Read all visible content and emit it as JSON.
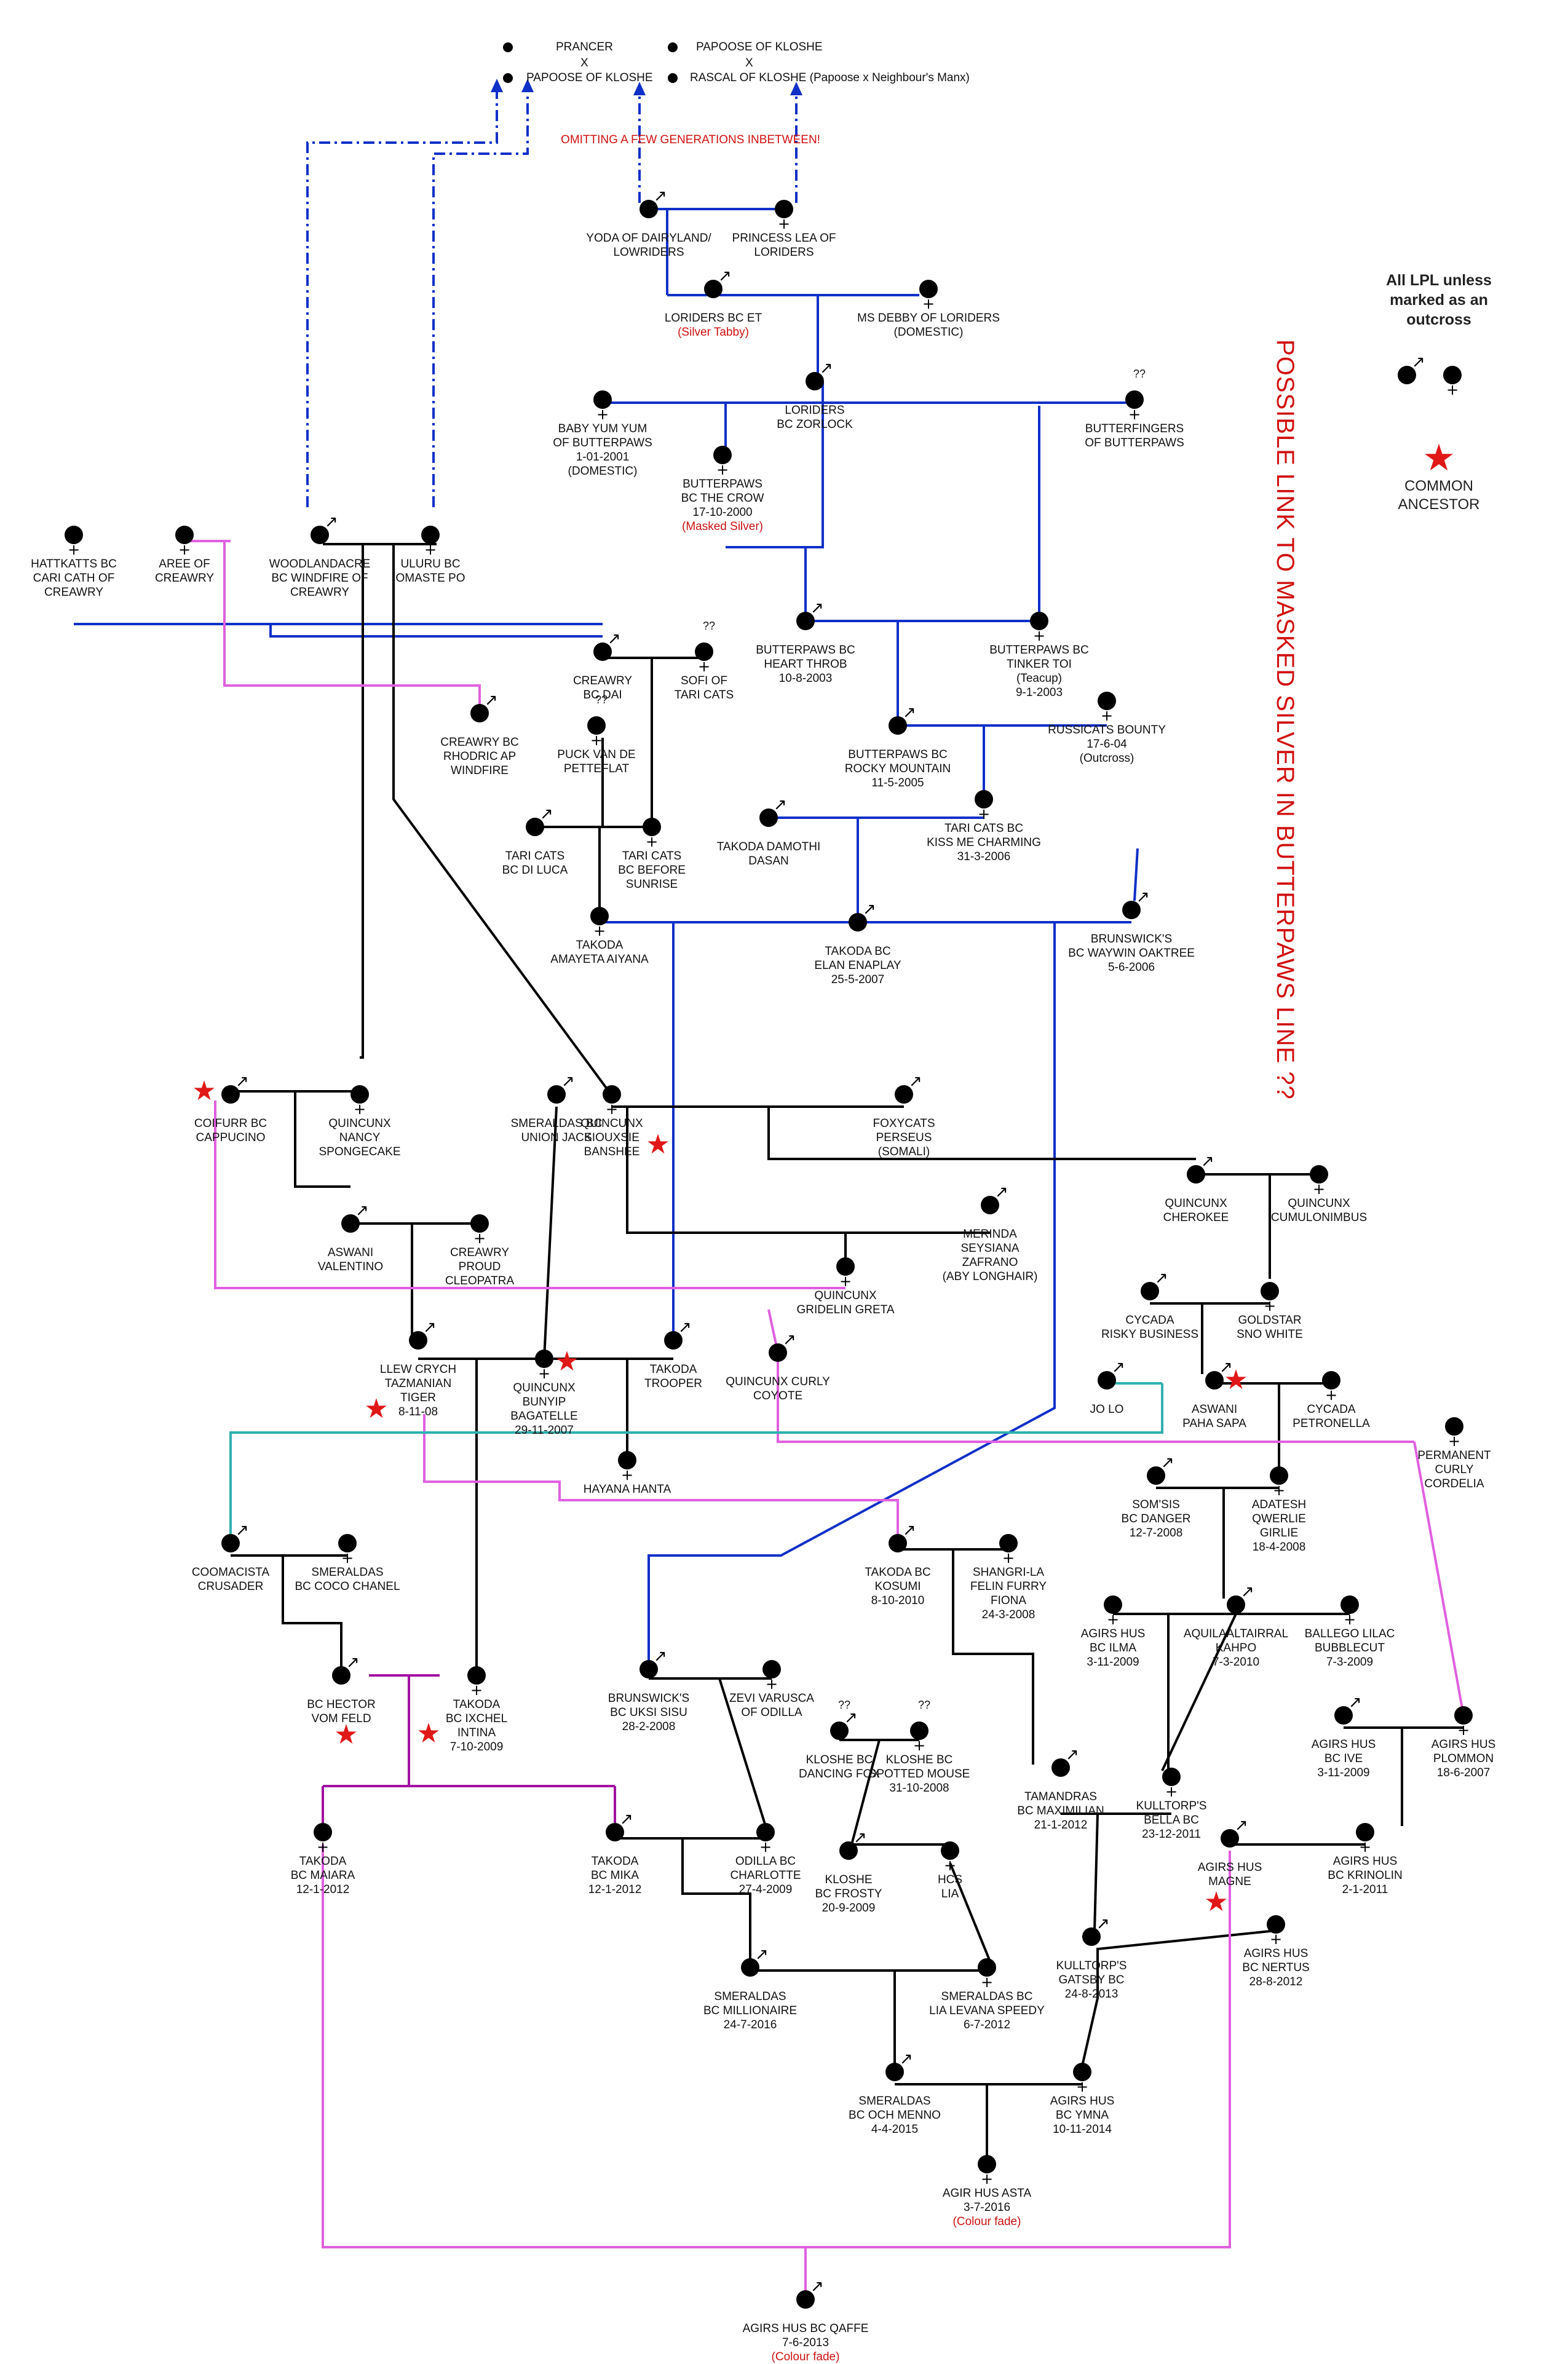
{
  "colors": {
    "blue": "#1030c8",
    "black": "#000000",
    "magenta": "#e060e0",
    "purple": "#a010a0",
    "teal": "#30b0b0",
    "red": "#e01818",
    "note_red": "#cc1111"
  },
  "legend": {
    "text": "All LPL unless marked as an outcross",
    "common_label": "COMMON ANCESTOR",
    "male_icon": "male-symbol-icon",
    "female_icon": "female-symbol-icon",
    "star_icon": "star-icon"
  },
  "side_title": "POSSIBLE LINK TO MASKED SILVER IN BUTTERPAWS LINE ??",
  "omit_note": "OMITTING A FEW GENERATIONS INBETWEEN!",
  "top_pairs": [
    {
      "line1": "PRANCER",
      "x": "X",
      "line2": "PAPOOSE OF KLOSHE"
    },
    {
      "line1": "PAPOOSE OF KLOSHE",
      "x": "X",
      "line2": "RASCAL OF KLOSHE (Papoose x Neighbour's Manx)"
    }
  ],
  "cats": [
    {
      "id": "yoda",
      "sex": "m",
      "lines": [
        "YODA OF DAIRYLAND/",
        "LOWRIDERS"
      ]
    },
    {
      "id": "lea",
      "sex": "f",
      "lines": [
        "PRINCESS LEA OF",
        "LORIDERS"
      ]
    },
    {
      "id": "et",
      "sex": "m",
      "lines": [
        "LORIDERS BC ET"
      ],
      "note": "(Silver Tabby)"
    },
    {
      "id": "debby",
      "sex": "f",
      "lines": [
        "MS DEBBY OF LORIDERS",
        "(DOMESTIC)"
      ]
    },
    {
      "id": "yumyum",
      "sex": "f",
      "lines": [
        "BABY YUM YUM",
        "OF BUTTERPAWS",
        "1-01-2001",
        "(DOMESTIC)"
      ]
    },
    {
      "id": "zorlock",
      "sex": "m",
      "lines": [
        "LORIDERS",
        "BC ZORLOCK"
      ]
    },
    {
      "id": "butterfingers",
      "sex": "f",
      "q": "??",
      "lines": [
        "BUTTERFINGERS",
        "OF BUTTERPAWS"
      ]
    },
    {
      "id": "crow",
      "sex": "f",
      "lines": [
        "BUTTERPAWS",
        "BC THE CROW",
        "17-10-2000"
      ],
      "note": "(Masked Silver)"
    },
    {
      "id": "hattkatts",
      "sex": "f",
      "lines": [
        "HATTKATTS BC",
        "CARI CATH OF",
        "CREAWRY"
      ]
    },
    {
      "id": "aree",
      "sex": "f",
      "lines": [
        "AREE OF",
        "CREAWRY"
      ]
    },
    {
      "id": "windfire",
      "sex": "m",
      "lines": [
        "WOODLANDACRE",
        "BC WINDFIRE OF",
        "CREAWRY"
      ]
    },
    {
      "id": "uluru",
      "sex": "f",
      "lines": [
        "ULURU BC",
        "OMASTE PO"
      ]
    },
    {
      "id": "heartthrob",
      "sex": "m",
      "lines": [
        "BUTTERPAWS BC",
        "HEART THROB",
        "10-8-2003"
      ]
    },
    {
      "id": "tinkertoi",
      "sex": "f",
      "lines": [
        "BUTTERPAWS BC",
        "TINKER TOI",
        "(Teacup)",
        "9-1-2003"
      ]
    },
    {
      "id": "dai",
      "sex": "m",
      "lines": [
        "CREAWRY",
        "BC DAI"
      ]
    },
    {
      "id": "sofi",
      "sex": "f",
      "q": "??",
      "lines": [
        "SOFI OF",
        "TARI CATS"
      ]
    },
    {
      "id": "rhodric",
      "sex": "m",
      "lines": [
        "CREAWRY BC",
        "RHODRIC AP",
        "WINDFIRE"
      ]
    },
    {
      "id": "puck",
      "sex": "f",
      "q": "??",
      "lines": [
        "PUCK VAN DE",
        "PETTEFLAT"
      ]
    },
    {
      "id": "rocky",
      "sex": "m",
      "lines": [
        "BUTTERPAWS BC",
        "ROCKY MOUNTAIN",
        "11-5-2005"
      ]
    },
    {
      "id": "bounty",
      "sex": "f",
      "lines": [
        "RUSSICATS BOUNTY",
        "17-6-04",
        "(Outcross)"
      ]
    },
    {
      "id": "diluca",
      "sex": "m",
      "lines": [
        "TARI CATS",
        "BC DI LUCA"
      ]
    },
    {
      "id": "sunrise",
      "sex": "f",
      "lines": [
        "TARI CATS",
        "BC BEFORE",
        "SUNRISE"
      ]
    },
    {
      "id": "damothi",
      "sex": "m",
      "lines": [
        "TAKODA DAMOTHI",
        "DASAN"
      ]
    },
    {
      "id": "kissme",
      "sex": "f",
      "lines": [
        "TARI CATS BC",
        "KISS ME CHARMING",
        "31-3-2006"
      ]
    },
    {
      "id": "aiyana",
      "sex": "f",
      "lines": [
        "TAKODA",
        "AMAYETA AIYANA"
      ]
    },
    {
      "id": "enaplay",
      "sex": "m",
      "lines": [
        "TAKODA BC",
        "ELAN ENAPLAY",
        "25-5-2007"
      ]
    },
    {
      "id": "waywin",
      "sex": "m",
      "lines": [
        "BRUNSWICK'S",
        "BC WAYWIN OAKTREE",
        "5-6-2006"
      ]
    },
    {
      "id": "cappucino",
      "sex": "m",
      "lines": [
        "COIFURR BC",
        "CAPPUCINO"
      ]
    },
    {
      "id": "nancy",
      "sex": "f",
      "lines": [
        "QUINCUNX",
        "NANCY",
        "SPONGECAKE"
      ]
    },
    {
      "id": "unionjack",
      "sex": "m",
      "lines": [
        "SMERALDAS BC",
        "UNION JACK"
      ]
    },
    {
      "id": "banshee",
      "sex": "f",
      "lines": [
        "QUINCUNX",
        "SIOUXSIE",
        "BANSHEE"
      ]
    },
    {
      "id": "perseus",
      "sex": "m",
      "lines": [
        "FOXYCATS",
        "PERSEUS",
        "(SOMALI)"
      ]
    },
    {
      "id": "valentino",
      "sex": "m",
      "lines": [
        "ASWANI",
        "VALENTINO"
      ]
    },
    {
      "id": "cleopatra",
      "sex": "f",
      "lines": [
        "CREAWRY",
        "PROUD",
        "CLEOPATRA"
      ]
    },
    {
      "id": "zafrano",
      "sex": "m",
      "lines": [
        "MERINDA",
        "SEYSIANA",
        "ZAFRANO",
        "(ABY LONGHAIR)"
      ]
    },
    {
      "id": "cherokee",
      "sex": "m",
      "lines": [
        "QUINCUNX",
        "CHEROKEE"
      ]
    },
    {
      "id": "cumulonimbus",
      "sex": "f",
      "lines": [
        "QUINCUNX",
        "CUMULONIMBUS"
      ]
    },
    {
      "id": "greta",
      "sex": "f",
      "lines": [
        "QUINCUNX",
        "GRIDELIN GRETA"
      ]
    },
    {
      "id": "risky",
      "sex": "m",
      "lines": [
        "CYCADA",
        "RISKY BUSINESS"
      ]
    },
    {
      "id": "snowhite",
      "sex": "f",
      "lines": [
        "GOLDSTAR",
        "SNO WHITE"
      ]
    },
    {
      "id": "tiger",
      "sex": "m",
      "lines": [
        "LLEW CRYCH",
        "TAZMANIAN",
        "TIGER",
        "8-11-08"
      ]
    },
    {
      "id": "bagatelle",
      "sex": "f",
      "lines": [
        "QUINCUNX",
        "BUNYIP",
        "BAGATELLE",
        "29-11-2007"
      ]
    },
    {
      "id": "trooper",
      "sex": "m",
      "lines": [
        "TAKODA",
        "TROOPER"
      ]
    },
    {
      "id": "coyote",
      "sex": "m",
      "lines": [
        "QUINCUNX CURLY",
        "COYOTE"
      ]
    },
    {
      "id": "jolo",
      "sex": "m",
      "lines": [
        "JO LO"
      ]
    },
    {
      "id": "pahasapa",
      "sex": "m",
      "lines": [
        "ASWANI",
        "PAHA SAPA"
      ]
    },
    {
      "id": "petronella",
      "sex": "f",
      "lines": [
        "CYCADA",
        "PETRONELLA"
      ]
    },
    {
      "id": "cordelia",
      "sex": "f",
      "lines": [
        "PERMANENT",
        "CURLY",
        "CORDELIA"
      ]
    },
    {
      "id": "hanta",
      "sex": "f",
      "lines": [
        "HAYANA HANTA"
      ]
    },
    {
      "id": "danger",
      "sex": "m",
      "lines": [
        "SOM'SIS",
        "BC DANGER",
        "12-7-2008"
      ]
    },
    {
      "id": "qwerlie",
      "sex": "f",
      "lines": [
        "ADATESH",
        "QWERLIE",
        "GIRLIE",
        "18-4-2008"
      ]
    },
    {
      "id": "crusader",
      "sex": "m",
      "lines": [
        "COOMACISTA",
        "CRUSADER"
      ]
    },
    {
      "id": "cocochanel",
      "sex": "f",
      "lines": [
        "SMERALDAS",
        "BC COCO CHANEL"
      ]
    },
    {
      "id": "kosumi",
      "sex": "m",
      "lines": [
        "TAKODA BC",
        "KOSUMI",
        "8-10-2010"
      ]
    },
    {
      "id": "fiona",
      "sex": "f",
      "lines": [
        "SHANGRI-LA",
        "FELIN FURRY",
        "FIONA",
        "24-3-2008"
      ]
    },
    {
      "id": "ilma",
      "sex": "f",
      "lines": [
        "AGIRS HUS",
        "BC ILMA",
        "3-11-2009"
      ]
    },
    {
      "id": "kahpo",
      "sex": "m",
      "lines": [
        "AQUILAALTAIRRAL",
        "KAHPO",
        "7-3-2010"
      ]
    },
    {
      "id": "bubblecut",
      "sex": "f",
      "lines": [
        "BALLEGO LILAC",
        "BUBBLECUT",
        "7-3-2009"
      ]
    },
    {
      "id": "hector",
      "sex": "m",
      "lines": [
        "BC HECTOR",
        "VOM FELD"
      ]
    },
    {
      "id": "ixchel",
      "sex": "f",
      "lines": [
        "TAKODA",
        "BC IXCHEL",
        "INTINA",
        "7-10-2009"
      ]
    },
    {
      "id": "uksi",
      "sex": "m",
      "lines": [
        "BRUNSWICK'S",
        "BC UKSI SISU",
        "28-2-2008"
      ]
    },
    {
      "id": "zevi",
      "sex": "f",
      "lines": [
        "ZEVI VARUSCA",
        "OF ODILLA"
      ]
    },
    {
      "id": "dancingfox",
      "sex": "m",
      "q": "??",
      "lines": [
        "KLOSHE BC",
        "DANCING FOX"
      ]
    },
    {
      "id": "spottedmouse",
      "sex": "f",
      "q": "??",
      "lines": [
        "KLOSHE BC",
        "SPOTTED MOUSE",
        "31-10-2008"
      ]
    },
    {
      "id": "ive",
      "sex": "m",
      "lines": [
        "AGIRS HUS",
        "BC IVE",
        "3-11-2009"
      ]
    },
    {
      "id": "plommon",
      "sex": "f",
      "lines": [
        "AGIRS HUS",
        "PLOMMON",
        "18-6-2007"
      ]
    },
    {
      "id": "maximilian",
      "sex": "m",
      "lines": [
        "TAMANDRAS",
        "BC MAXIMILIAN",
        "21-1-2012"
      ]
    },
    {
      "id": "bella",
      "sex": "f",
      "lines": [
        "KULLTORP'S",
        "BELLA BC",
        "23-12-2011"
      ]
    },
    {
      "id": "maiara",
      "sex": "f",
      "lines": [
        "TAKODA",
        "BC MAIARA",
        "12-1-2012"
      ]
    },
    {
      "id": "mika",
      "sex": "m",
      "lines": [
        "TAKODA",
        "BC MIKA",
        "12-1-2012"
      ]
    },
    {
      "id": "charlotte",
      "sex": "f",
      "lines": [
        "ODILLA BC",
        "CHARLOTTE",
        "27-4-2009"
      ]
    },
    {
      "id": "frosty",
      "sex": "m",
      "lines": [
        "KLOSHE",
        "BC FROSTY",
        "20-9-2009"
      ]
    },
    {
      "id": "hcslia",
      "sex": "f",
      "lines": [
        "HCS",
        "LIA"
      ]
    },
    {
      "id": "magne",
      "sex": "m",
      "lines": [
        "AGIRS HUS",
        "MAGNE"
      ]
    },
    {
      "id": "krinolin",
      "sex": "f",
      "lines": [
        "AGIRS HUS",
        "BC KRINOLIN",
        "2-1-2011"
      ]
    },
    {
      "id": "gatsby",
      "sex": "m",
      "lines": [
        "KULLTORP'S",
        "GATSBY BC",
        "24-8-2013"
      ]
    },
    {
      "id": "nertus",
      "sex": "f",
      "lines": [
        "AGIRS HUS",
        "BC NERTUS",
        "28-8-2012"
      ]
    },
    {
      "id": "millionaire",
      "sex": "m",
      "lines": [
        "SMERALDAS",
        "BC MILLIONAIRE",
        "24-7-2016"
      ]
    },
    {
      "id": "levana",
      "sex": "f",
      "lines": [
        "SMERALDAS BC",
        "LIA  LEVANA SPEEDY",
        "6-7-2012"
      ]
    },
    {
      "id": "ochmenno",
      "sex": "m",
      "lines": [
        "SMERALDAS",
        "BC OCH MENNO",
        "4-4-2015"
      ]
    },
    {
      "id": "ymna",
      "sex": "f",
      "lines": [
        "AGIRS HUS",
        "BC YMNA",
        "10-11-2014"
      ]
    },
    {
      "id": "asta",
      "sex": "f",
      "lines": [
        "AGIR HUS ASTA",
        "3-7-2016"
      ],
      "note": "(Colour fade)"
    },
    {
      "id": "qaffe",
      "sex": "m",
      "lines": [
        "AGIRS HUS BC QAFFE",
        "7-6-2013"
      ],
      "note": "(Colour fade)"
    }
  ]
}
